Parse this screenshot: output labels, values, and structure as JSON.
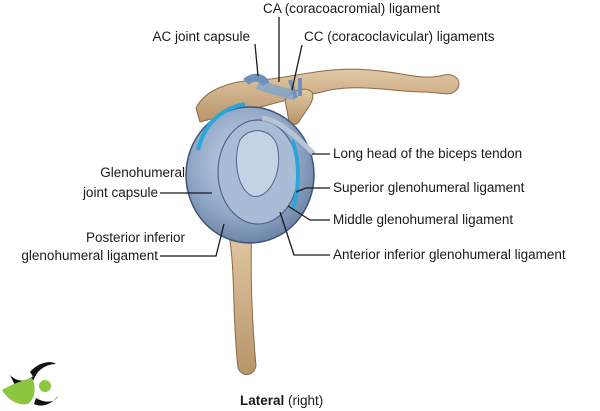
{
  "labels": {
    "ca_ligament": "CA (coracoacromial) ligament",
    "ac_capsule": "AC joint capsule",
    "cc_ligaments": "CC (coracoclavicular) ligaments",
    "biceps_tendon": "Long head of the biceps tendon",
    "superior_gh": "Superior glenohumeral ligament",
    "gh_capsule_line1": "Glenohumeral",
    "gh_capsule_line2": "joint capsule",
    "middle_gh": "Middle glenohumeral ligament",
    "posterior_inferior_line1": "Posterior inferior",
    "posterior_inferior_line2": "glenohumeral ligament",
    "anterior_inferior": "Anterior inferior glenohumeral ligament"
  },
  "caption": {
    "bold": "Lateral",
    "rest": " (right)"
  },
  "colors": {
    "bone": "#cfb08a",
    "capsule": "#7f97b8",
    "ligament": "#2aa7d8",
    "logo_green": "#8cc63f"
  }
}
